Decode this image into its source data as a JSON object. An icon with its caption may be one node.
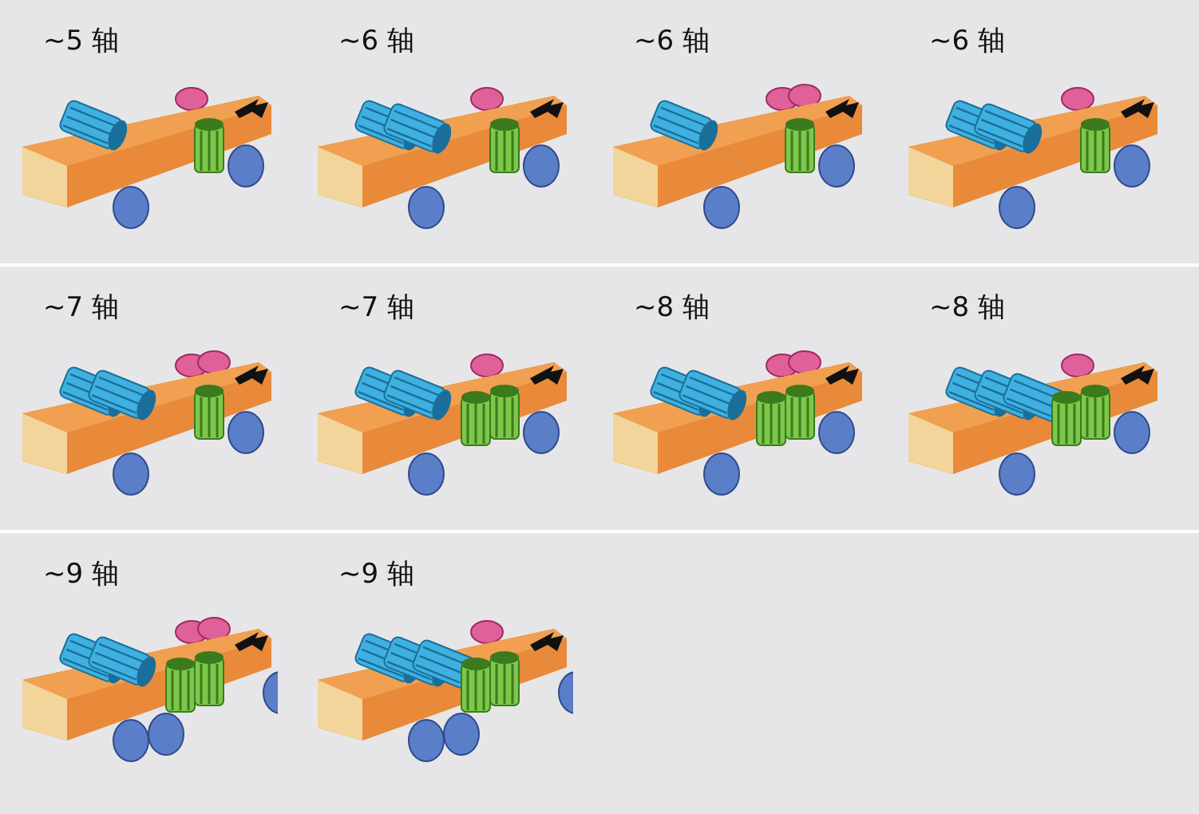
{
  "diagram": {
    "labels": [
      "~5 轴",
      "~6 轴",
      "~6 轴",
      "~6 轴",
      "~7 轴",
      "~7 轴",
      "~8 轴",
      "~8 轴",
      "~9 轴",
      "~9 轴"
    ]
  }
}
